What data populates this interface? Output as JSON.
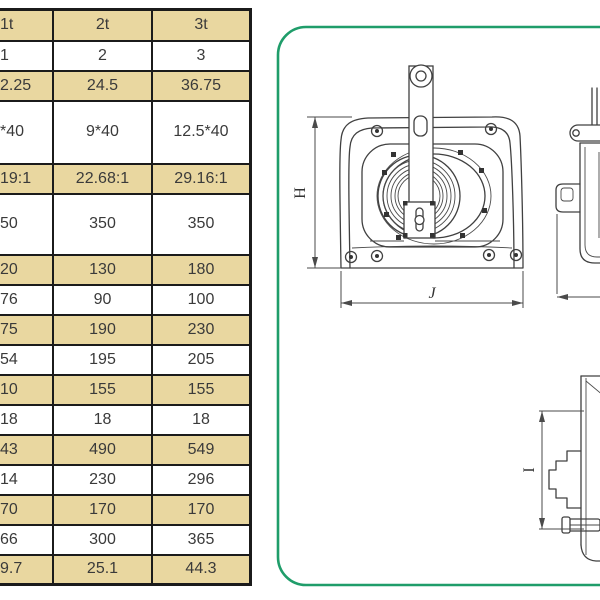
{
  "table": {
    "description": "hand-winch specification table, left column clipped by image edge",
    "rows": [
      [
        "1t",
        "2t",
        "3t"
      ],
      [
        "1",
        "2",
        "3"
      ],
      [
        "2.25",
        "24.5",
        "36.75"
      ],
      [
        "*40",
        "9*40",
        "12.5*40"
      ],
      [
        "19:1",
        "22.68:1",
        "29.16:1"
      ],
      [
        "50",
        "350",
        "350"
      ],
      [
        "20",
        "130",
        "180"
      ],
      [
        "76",
        "90",
        "100"
      ],
      [
        "75",
        "190",
        "230"
      ],
      [
        "54",
        "195",
        "205"
      ],
      [
        "10",
        "155",
        "155"
      ],
      [
        "18",
        "18",
        "18"
      ],
      [
        "43",
        "490",
        "549"
      ],
      [
        "14",
        "230",
        "296"
      ],
      [
        "70",
        "170",
        "170"
      ],
      [
        "66",
        "300",
        "365"
      ],
      [
        "9.7",
        "25.1",
        "44.3"
      ]
    ]
  },
  "drawing": {
    "dim_h": "H",
    "dim_j": "J",
    "dim_i": "I"
  },
  "colors": {
    "row_shade": "#e9d7a0",
    "table_border": "#1b1b1b",
    "frame_green": "#1f9d6a"
  }
}
